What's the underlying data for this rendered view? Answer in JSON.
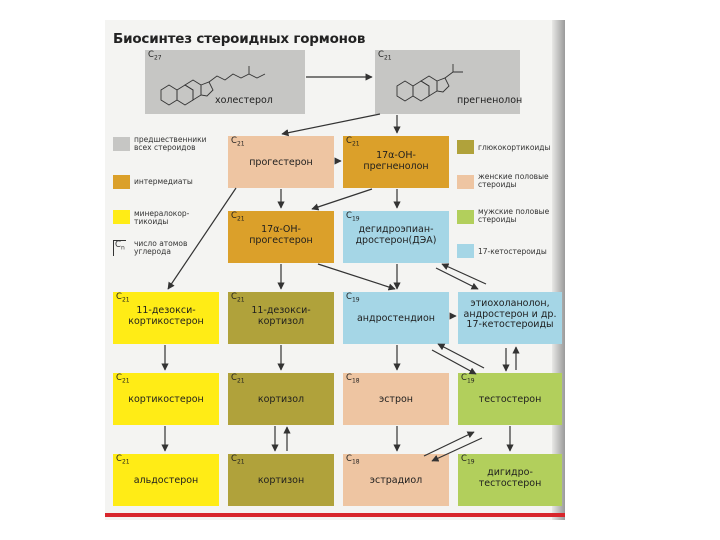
{
  "title": "Биосинтез стероидных гормонов",
  "boxes": {
    "cholesterol": {
      "c": "C",
      "n": "27",
      "name": "холестерол"
    },
    "pregnenolone": {
      "c": "C",
      "n": "21",
      "name": "прегненолон"
    },
    "progesterone": {
      "c": "C",
      "n": "21",
      "name": "прогестерон"
    },
    "oh_pregnenolone": {
      "c": "C",
      "n": "21",
      "name": "17α-ОН-\nпрегненолон"
    },
    "oh_progesterone": {
      "c": "C",
      "n": "21",
      "name": "17α-ОН-\nпрогестерон"
    },
    "dhea": {
      "c": "C",
      "n": "19",
      "name": "дегидроэпиан-\nдростерон(ДЭА)"
    },
    "deoxycorticosterone": {
      "c": "C",
      "n": "21",
      "name": "11-дезокси-\nкортикостерон"
    },
    "deoxycortisol": {
      "c": "C",
      "n": "21",
      "name": "11-дезокси-\nкортизол"
    },
    "androstenedione": {
      "c": "C",
      "n": "19",
      "name": "андростендион"
    },
    "etiocholanolone": {
      "c": "",
      "n": "",
      "name": "этиохоланолон,\nандростерон и др.\n17-кетостероиды"
    },
    "corticosterone": {
      "c": "C",
      "n": "21",
      "name": "кортикостерон"
    },
    "cortisol": {
      "c": "C",
      "n": "21",
      "name": "кортизол"
    },
    "estrone": {
      "c": "C",
      "n": "18",
      "name": "эстрон"
    },
    "testosterone": {
      "c": "C",
      "n": "19",
      "name": "тестостерон"
    },
    "aldosterone": {
      "c": "C",
      "n": "21",
      "name": "альдостерон"
    },
    "cortisone": {
      "c": "C",
      "n": "21",
      "name": "кортизон"
    },
    "estradiol": {
      "c": "C",
      "n": "18",
      "name": "эстрадиол"
    },
    "dihydrotestosterone": {
      "c": "C",
      "n": "19",
      "name": "дигидро-\nтестостерон"
    }
  },
  "legend_left": {
    "precursors": "предшественники\nвсех стероидов",
    "intermediates": "интермедиаты",
    "mineralocorticoids": "минералокор-\nтикоиды",
    "carbon_count": "число атомов\nуглерода",
    "carbon_symbol": "C",
    "carbon_symbol_sub": "n"
  },
  "legend_right": {
    "glucocorticoids": "глюкокортикоиды",
    "female": "женские половые\nстероиды",
    "male": "мужские половые\nстероиды",
    "ketosteroids": "17-кетостероиды"
  },
  "colors": {
    "precursor_gray": "#c6c6c4",
    "intermediate_orange": "#dba02a",
    "female_peach": "#eec5a2",
    "mineralocorticoid_yellow": "#ffec16",
    "glucocorticoid_olive": "#b0a23b",
    "male_green": "#b2cf5c",
    "ketosteroid_blue": "#a5d6e6",
    "bottom_rule_red": "#d8262c"
  }
}
